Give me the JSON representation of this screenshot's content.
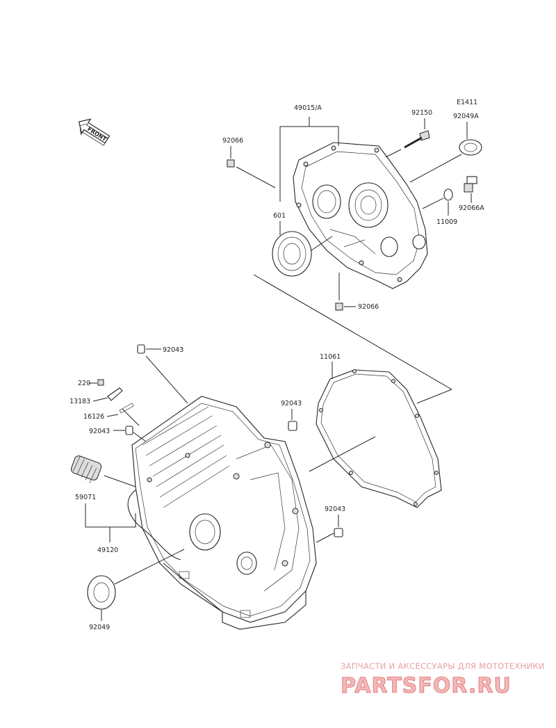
{
  "diagram": {
    "code": "E1411",
    "front_label": "FRONT",
    "parts": {
      "p49015": "49015/A",
      "p92150": "92150",
      "p92049A": "92049A",
      "p92066_top": "92066",
      "p92066A": "92066A",
      "p11009": "11009",
      "p601": "601",
      "p92066_bottom": "92066",
      "p92043_top": "92043",
      "p11061": "11061",
      "p220": "220",
      "p13183": "13183",
      "p16126": "16126",
      "p92043_left": "92043",
      "p92043_mid": "92043",
      "p59071": "59071",
      "p49120": "49120",
      "p92043_right": "92043",
      "p92049": "92049"
    }
  },
  "watermark": {
    "tagline": "ЗАПЧАСТИ И АКСЕССУАРЫ ДЛЯ МОТОТЕХНИКИ",
    "brand": "PARTSFOR.RU",
    "colors": {
      "light": "#f2b8b8",
      "dark": "#e57c7c"
    }
  }
}
